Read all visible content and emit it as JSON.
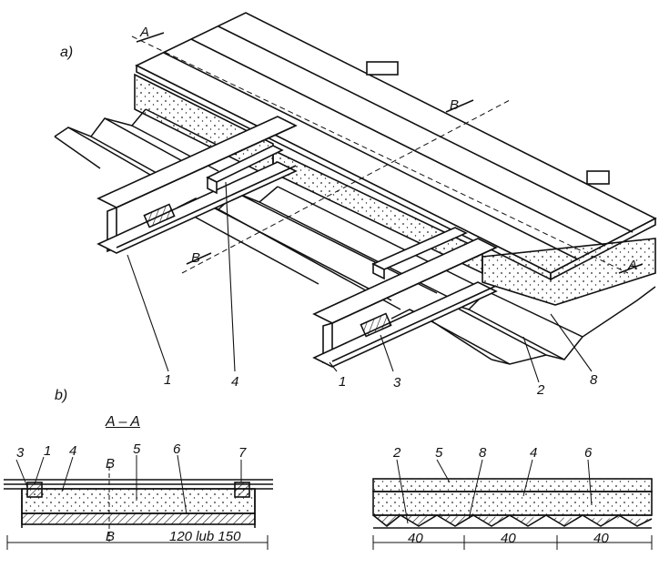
{
  "panel_a_label": "a)",
  "panel_b_label": "b)",
  "section_a_marks": [
    "A",
    "A"
  ],
  "section_b_marks": [
    "B",
    "B"
  ],
  "callouts_a": [
    "1",
    "4",
    "1",
    "3",
    "2",
    "8"
  ],
  "section_title": "A – A",
  "callouts_aa": [
    "3",
    "1",
    "4",
    "B",
    "5",
    "6",
    "7"
  ],
  "aa_cut_mark_bottom": "B",
  "aa_dimension": "120 lub 150",
  "callouts_bb": [
    "2",
    "5",
    "8",
    "4",
    "6"
  ],
  "bb_dimensions": [
    "40",
    "40",
    "40"
  ],
  "colors": {
    "ink": "#111111",
    "paper": "#ffffff"
  }
}
